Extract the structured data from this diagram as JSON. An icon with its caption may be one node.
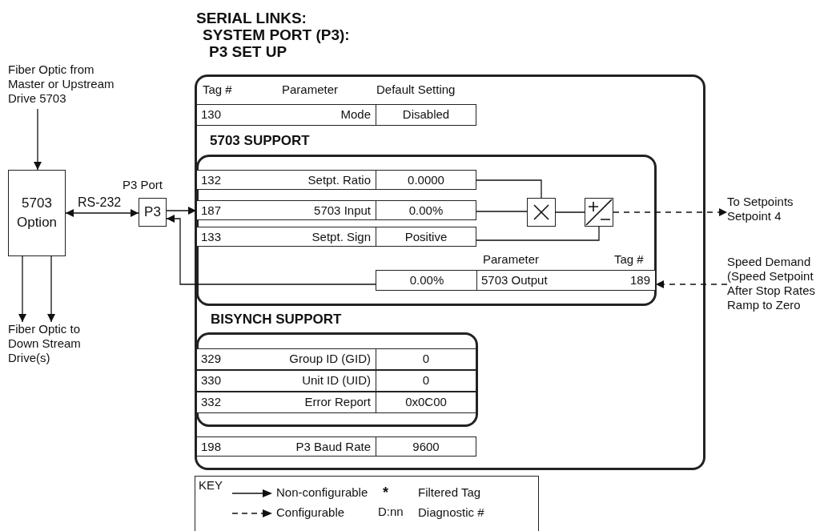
{
  "diagram": {
    "nodes": [
      {
        "text": [
          "Fiber Optic from Master or Upstream Drive 5703"
        ]
      },
      {
        "text": [
          "5703 Option"
        ]
      },
      {
        "text": [
          "Fiber Optic to Down Stream Drive(s)"
        ]
      },
      {
        "text": [
          "P3"
        ],
        "beside": [
          "P3 Port"
        ]
      },
      {
        "text": [
          "SERIAL LINKS:",
          "SYSTEM PORT (P3):",
          "P3 SET UP"
        ]
      },
      {
        "text": [
          "130",
          "Mode",
          "Disabled"
        ],
        "in": 4
      },
      {
        "text": [
          "5703 SUPPORT"
        ],
        "in": 4
      },
      {
        "text": [
          "132",
          "Setpt. Ratio",
          "0.0000"
        ],
        "in": 6
      },
      {
        "text": [
          "187",
          "5703 Input",
          "0.00%"
        ],
        "in": 6
      },
      {
        "text": [
          "133",
          "Setpt. Sign",
          "Positive"
        ],
        "in": 6
      },
      {
        "text": [],
        "shape": "box",
        "in": 6
      },
      {
        "text": [],
        "shape": "box",
        "in": 6
      },
      {
        "text": [
          "0.00%",
          "5703 Output",
          "189"
        ],
        "in": 6
      },
      {
        "text": [
          "BISYNCH SUPPORT"
        ],
        "in": 4
      },
      {
        "text": [
          "329",
          "Group ID (GID)",
          "0"
        ],
        "in": 13
      },
      {
        "text": [
          "330",
          "Unit ID (UID)",
          "0"
        ],
        "in": 13
      },
      {
        "text": [
          "332",
          "Error Report",
          "0x0C00"
        ],
        "in": 13
      },
      {
        "text": [
          "198",
          "P3 Baud Rate",
          "9600"
        ],
        "in": 4
      },
      {
        "text": [
          "To Setpoints Setpoint 4"
        ]
      },
      {
        "text": [
          "Speed Demand (Speed Setpoint After Stop Rates Ramp to Zero"
        ]
      }
    ],
    "edges": [
      {
        "from": 0,
        "to": 1,
        "arrow": "to"
      },
      {
        "from": 1,
        "to": 2,
        "arrow": "to"
      },
      {
        "from": 1,
        "to": 2,
        "arrow": "to"
      },
      {
        "from": 1,
        "to": 3,
        "arrow": "both",
        "label": "RS-232"
      },
      {
        "from": 3,
        "to": 8,
        "arrow": "to"
      },
      {
        "from": 12,
        "to": 3,
        "arrow": "to"
      },
      {
        "from": 7,
        "to": 10,
        "arrow": "none"
      },
      {
        "from": 8,
        "to": 10,
        "arrow": "none"
      },
      {
        "from": 10,
        "to": 11,
        "arrow": "none"
      },
      {
        "from": 9,
        "to": 11,
        "arrow": "none"
      },
      {
        "from": 11,
        "to": 18,
        "arrow": "to",
        "style": "dashed"
      },
      {
        "from": 19,
        "to": 12,
        "arrow": "to",
        "style": "dashed"
      }
    ],
    "labels": [
      "Tag #",
      "Parameter",
      "Default Setting",
      "Parameter",
      "Tag #",
      "KEY",
      "*",
      "D:nn"
    ],
    "legend": [
      {
        "text": "Non-configurable"
      },
      {
        "text": "Configurable"
      },
      {
        "text": "Filtered Tag"
      },
      {
        "text": "Diagnostic #"
      }
    ]
  }
}
